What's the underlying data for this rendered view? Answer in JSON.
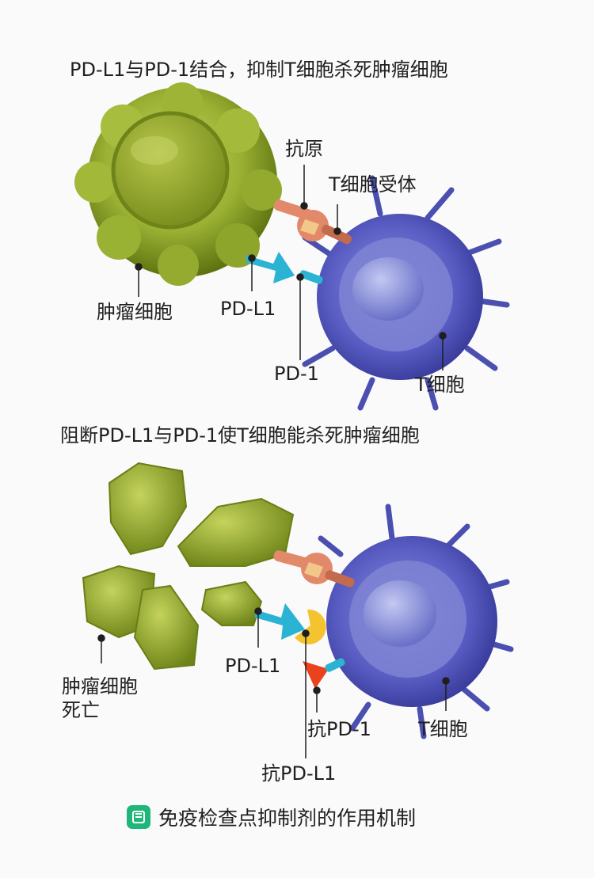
{
  "top_panel": {
    "title": "PD-L1与PD-1结合，抑制T细胞杀死肿瘤细胞",
    "labels": {
      "antigen": "抗原",
      "tcr": "T细胞受体",
      "tumor": "肿瘤细胞",
      "pdl1": "PD-L1",
      "pd1": "PD-1",
      "tcell": "T细胞"
    }
  },
  "bottom_panel": {
    "title": "阻断PD-L1与PD-1使T细胞能杀死肿瘤细胞",
    "labels": {
      "tumor_dead_line1": "肿瘤细胞",
      "tumor_dead_line2": "死亡",
      "pdl1": "PD-L1",
      "anti_pd1": "抗PD-1",
      "tcell": "T细胞",
      "anti_pdl1": "抗PD-L1"
    }
  },
  "footer": {
    "icon": "app-logo-icon",
    "caption": "免疫检查点抑制剂的作用机制"
  },
  "colors": {
    "tumor": "#9bb23a",
    "tcell": "#5a5fc0",
    "nucleus": "#8e95da",
    "receptor": "#e2896a",
    "antigen": "#f2c78a",
    "pdl1": "#2bb3d3",
    "anti_pd1": "#e9421c",
    "anti_pdl1": "#f4c430"
  }
}
